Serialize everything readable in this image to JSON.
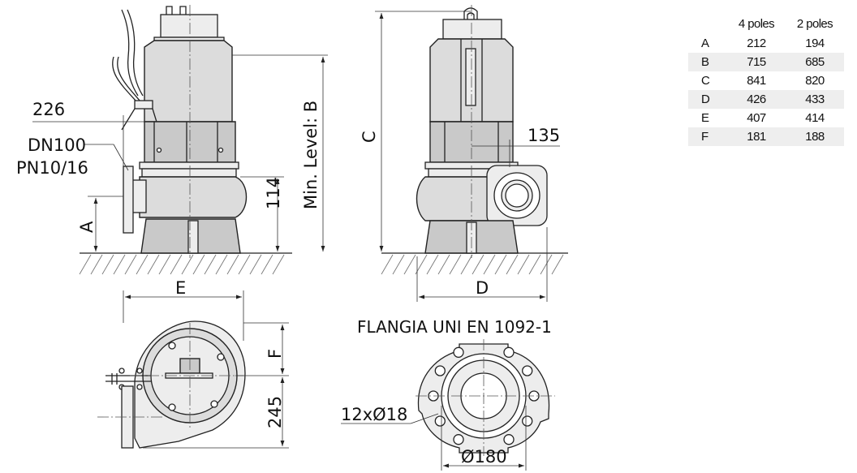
{
  "labels": {
    "outlet_offset": "226",
    "outlet_dn": "DN100",
    "outlet_pn": "PN10/16",
    "dim_a": "A",
    "flange_height": "114",
    "min_level": "Min. Level: B",
    "dim_c": "C",
    "side_offset": "135",
    "dim_e": "E",
    "dim_d": "D",
    "dim_f": "F",
    "plan_depth": "245",
    "flange_title": "FLANGIA UNI EN 1092-1",
    "bolt_holes": "12xØ18",
    "bolt_circle": "Ø180"
  },
  "table": {
    "headers": [
      "",
      "4 poles",
      "2 poles"
    ],
    "rows": [
      {
        "key": "A",
        "v4": "212",
        "v2": "194"
      },
      {
        "key": "B",
        "v4": "715",
        "v2": "685"
      },
      {
        "key": "C",
        "v4": "841",
        "v2": "820"
      },
      {
        "key": "D",
        "v4": "426",
        "v2": "433"
      },
      {
        "key": "E",
        "v4": "407",
        "v2": "414"
      },
      {
        "key": "F",
        "v4": "181",
        "v2": "188"
      }
    ]
  }
}
